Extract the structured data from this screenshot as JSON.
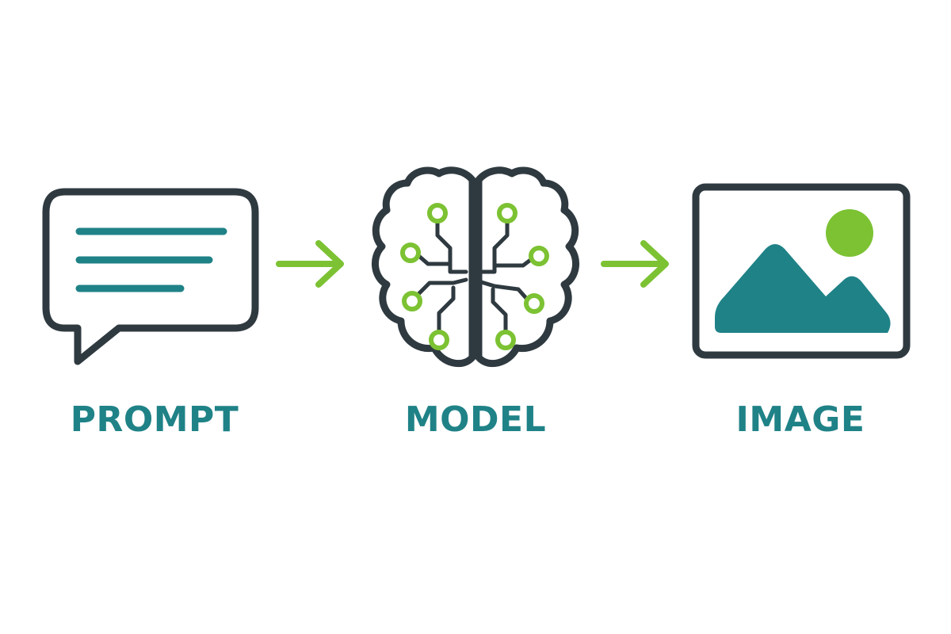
{
  "steps": [
    {
      "label": "PROMPT",
      "icon": "chat-bubble-icon"
    },
    {
      "label": "MODEL",
      "icon": "brain-circuit-icon"
    },
    {
      "label": "IMAGE",
      "icon": "picture-icon"
    }
  ],
  "connectors": [
    "arrow-right-icon",
    "arrow-right-icon"
  ],
  "colors": {
    "outline": "#2f3a40",
    "teal": "#1f8287",
    "green": "#7cc233",
    "background": "#ffffff"
  }
}
